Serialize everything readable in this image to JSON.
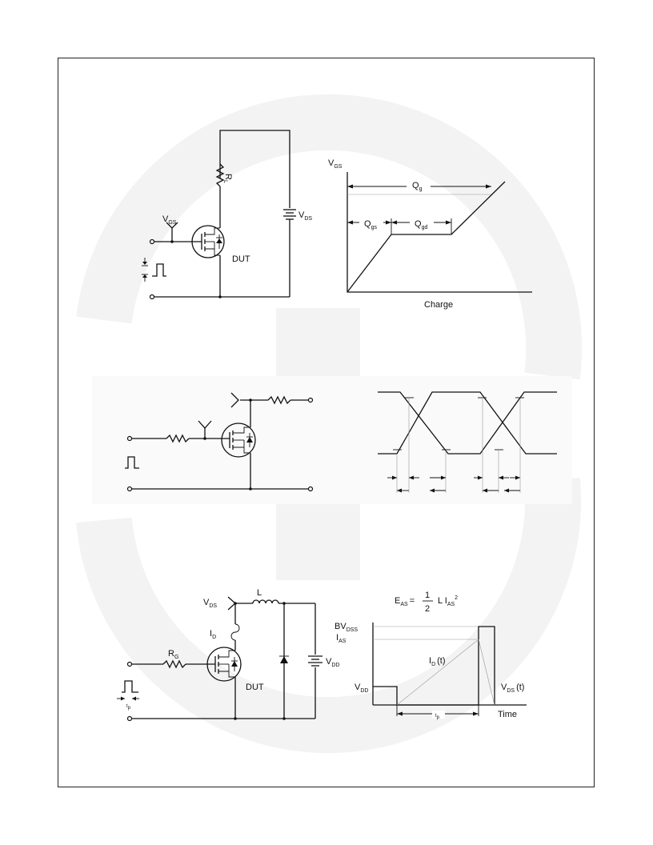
{
  "colors": {
    "background": "#ffffff",
    "line": "#111111",
    "watermark": "#f3f3f3",
    "guide": "#999999"
  },
  "fig1": {
    "rl_main": "R",
    "rl_sub": "L",
    "vgs_main": "V",
    "vgs_sub": "GS",
    "vds_main": "V",
    "vds_sub": "DS",
    "dut": "DUT"
  },
  "gate_charge": {
    "vgs_main": "V",
    "vgs_sub": "GS",
    "qg_main": "Q",
    "qg_sub": "g",
    "qgs_main": "Q",
    "qgs_sub": "gs",
    "qgd_main": "Q",
    "qgd_sub": "gd",
    "xlabel": "Charge"
  },
  "fig3": {
    "formula_e": "E",
    "formula_e_sub": "AS",
    "formula_eq": "=",
    "formula_num": "1",
    "formula_den": "2",
    "formula_rest": "L I",
    "formula_ias_sub": "AS",
    "formula_sq": "2",
    "vds_main": "V",
    "vds_sub": "DS",
    "l": "L",
    "id_main": "I",
    "id_sub": "D",
    "rg_main": "R",
    "rg_sub": "G",
    "dut": "DUT",
    "vdd_main": "V",
    "vdd_sub": "DD",
    "tp_main": "t",
    "tp_sub": "p"
  },
  "uis": {
    "bvdss_main": "BV",
    "bvdss_sub": "DSS",
    "ias_main": "I",
    "ias_sub": "AS",
    "id_main": "I",
    "id_sub": "D",
    "id_t": "(t)",
    "vdd_main": "V",
    "vdd_sub": "DD",
    "vds_main": "V",
    "vds_sub": "DS",
    "vds_t": "(t)",
    "tp_main": "t",
    "tp_sub": "p",
    "time": "Time"
  }
}
